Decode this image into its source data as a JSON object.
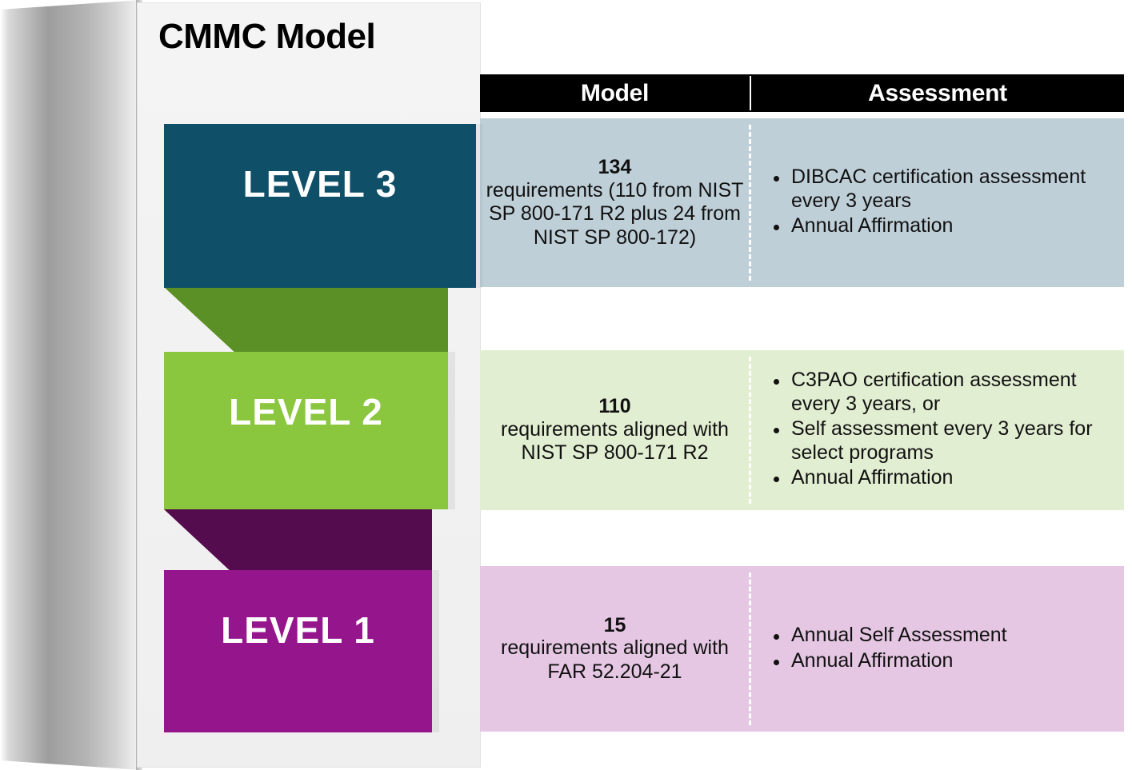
{
  "title": "CMMC Model",
  "header": {
    "model": "Model",
    "assessment": "Assessment"
  },
  "levels": [
    {
      "id": "level-3",
      "label": "LEVEL 3",
      "block_color": "#0f4f68",
      "tint_color": "#bfcfd8",
      "connector_color": "#5a9026",
      "requirements_count": "134",
      "requirements_text": "requirements (110 from NIST SP 800-171 R2 plus 24 from NIST SP 800-172)",
      "assessment_bullets": [
        "DIBCAC certification assessment every 3 years",
        "Annual Affirmation"
      ]
    },
    {
      "id": "level-2",
      "label": "LEVEL 2",
      "block_color": "#8bc63f",
      "tint_color": "#e2eed2",
      "connector_color": "#550c4f",
      "requirements_count": "110",
      "requirements_text": "requirements aligned with NIST SP 800-171 R2",
      "assessment_bullets": [
        "C3PAO certification assessment every 3 years, or",
        "Self assessment every 3 years for select programs",
        "Annual Affirmation"
      ]
    },
    {
      "id": "level-1",
      "label": "LEVEL 1",
      "block_color": "#95168c",
      "tint_color": "#e5c7e3",
      "connector_color": "",
      "requirements_count": "15",
      "requirements_text": "requirements aligned with FAR 52.204-21",
      "assessment_bullets": [
        "Annual Self Assessment",
        "Annual Affirmation"
      ]
    }
  ]
}
